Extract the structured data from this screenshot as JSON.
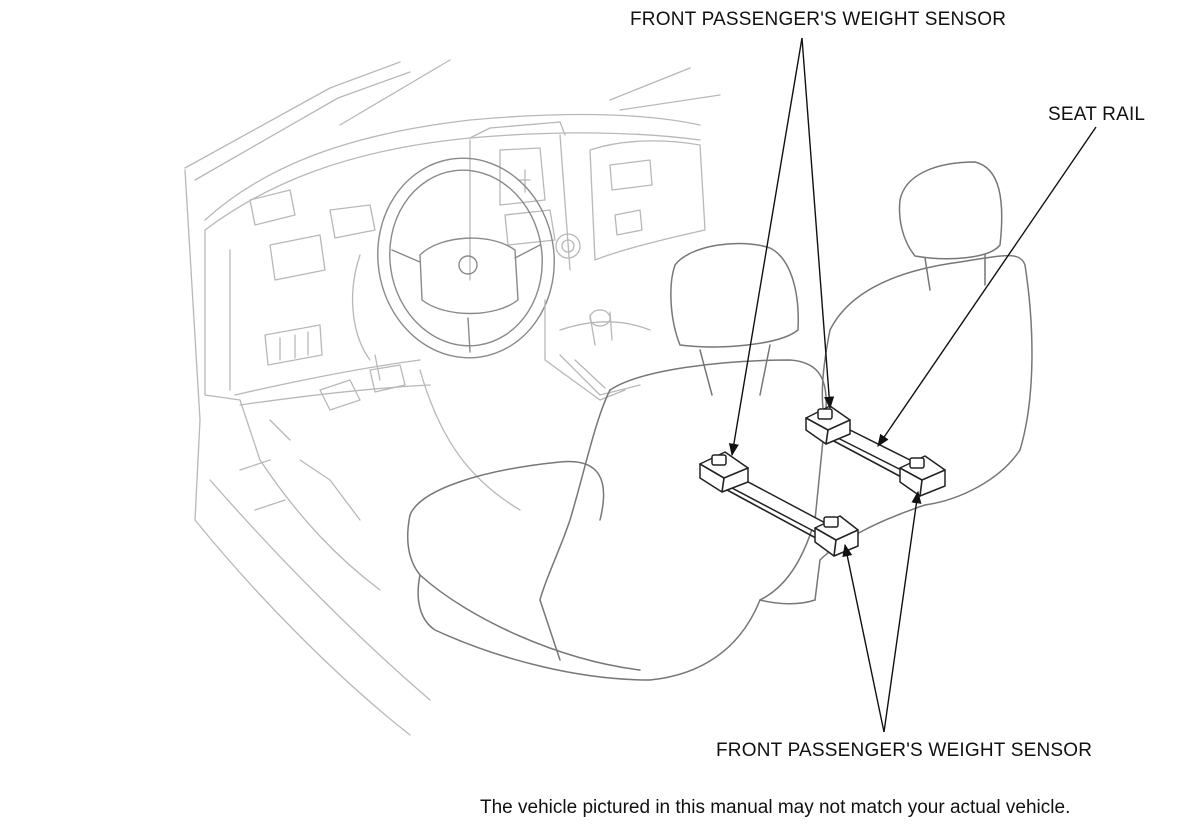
{
  "labels": {
    "top_sensor": "FRONT PASSENGER'S WEIGHT SENSOR",
    "seat_rail": "SEAT RAIL",
    "bottom_sensor": "FRONT PASSENGER'S WEIGHT SENSOR"
  },
  "note": "The vehicle pictured in this manual may not match your actual vehicle.",
  "line_color": "#222222"
}
